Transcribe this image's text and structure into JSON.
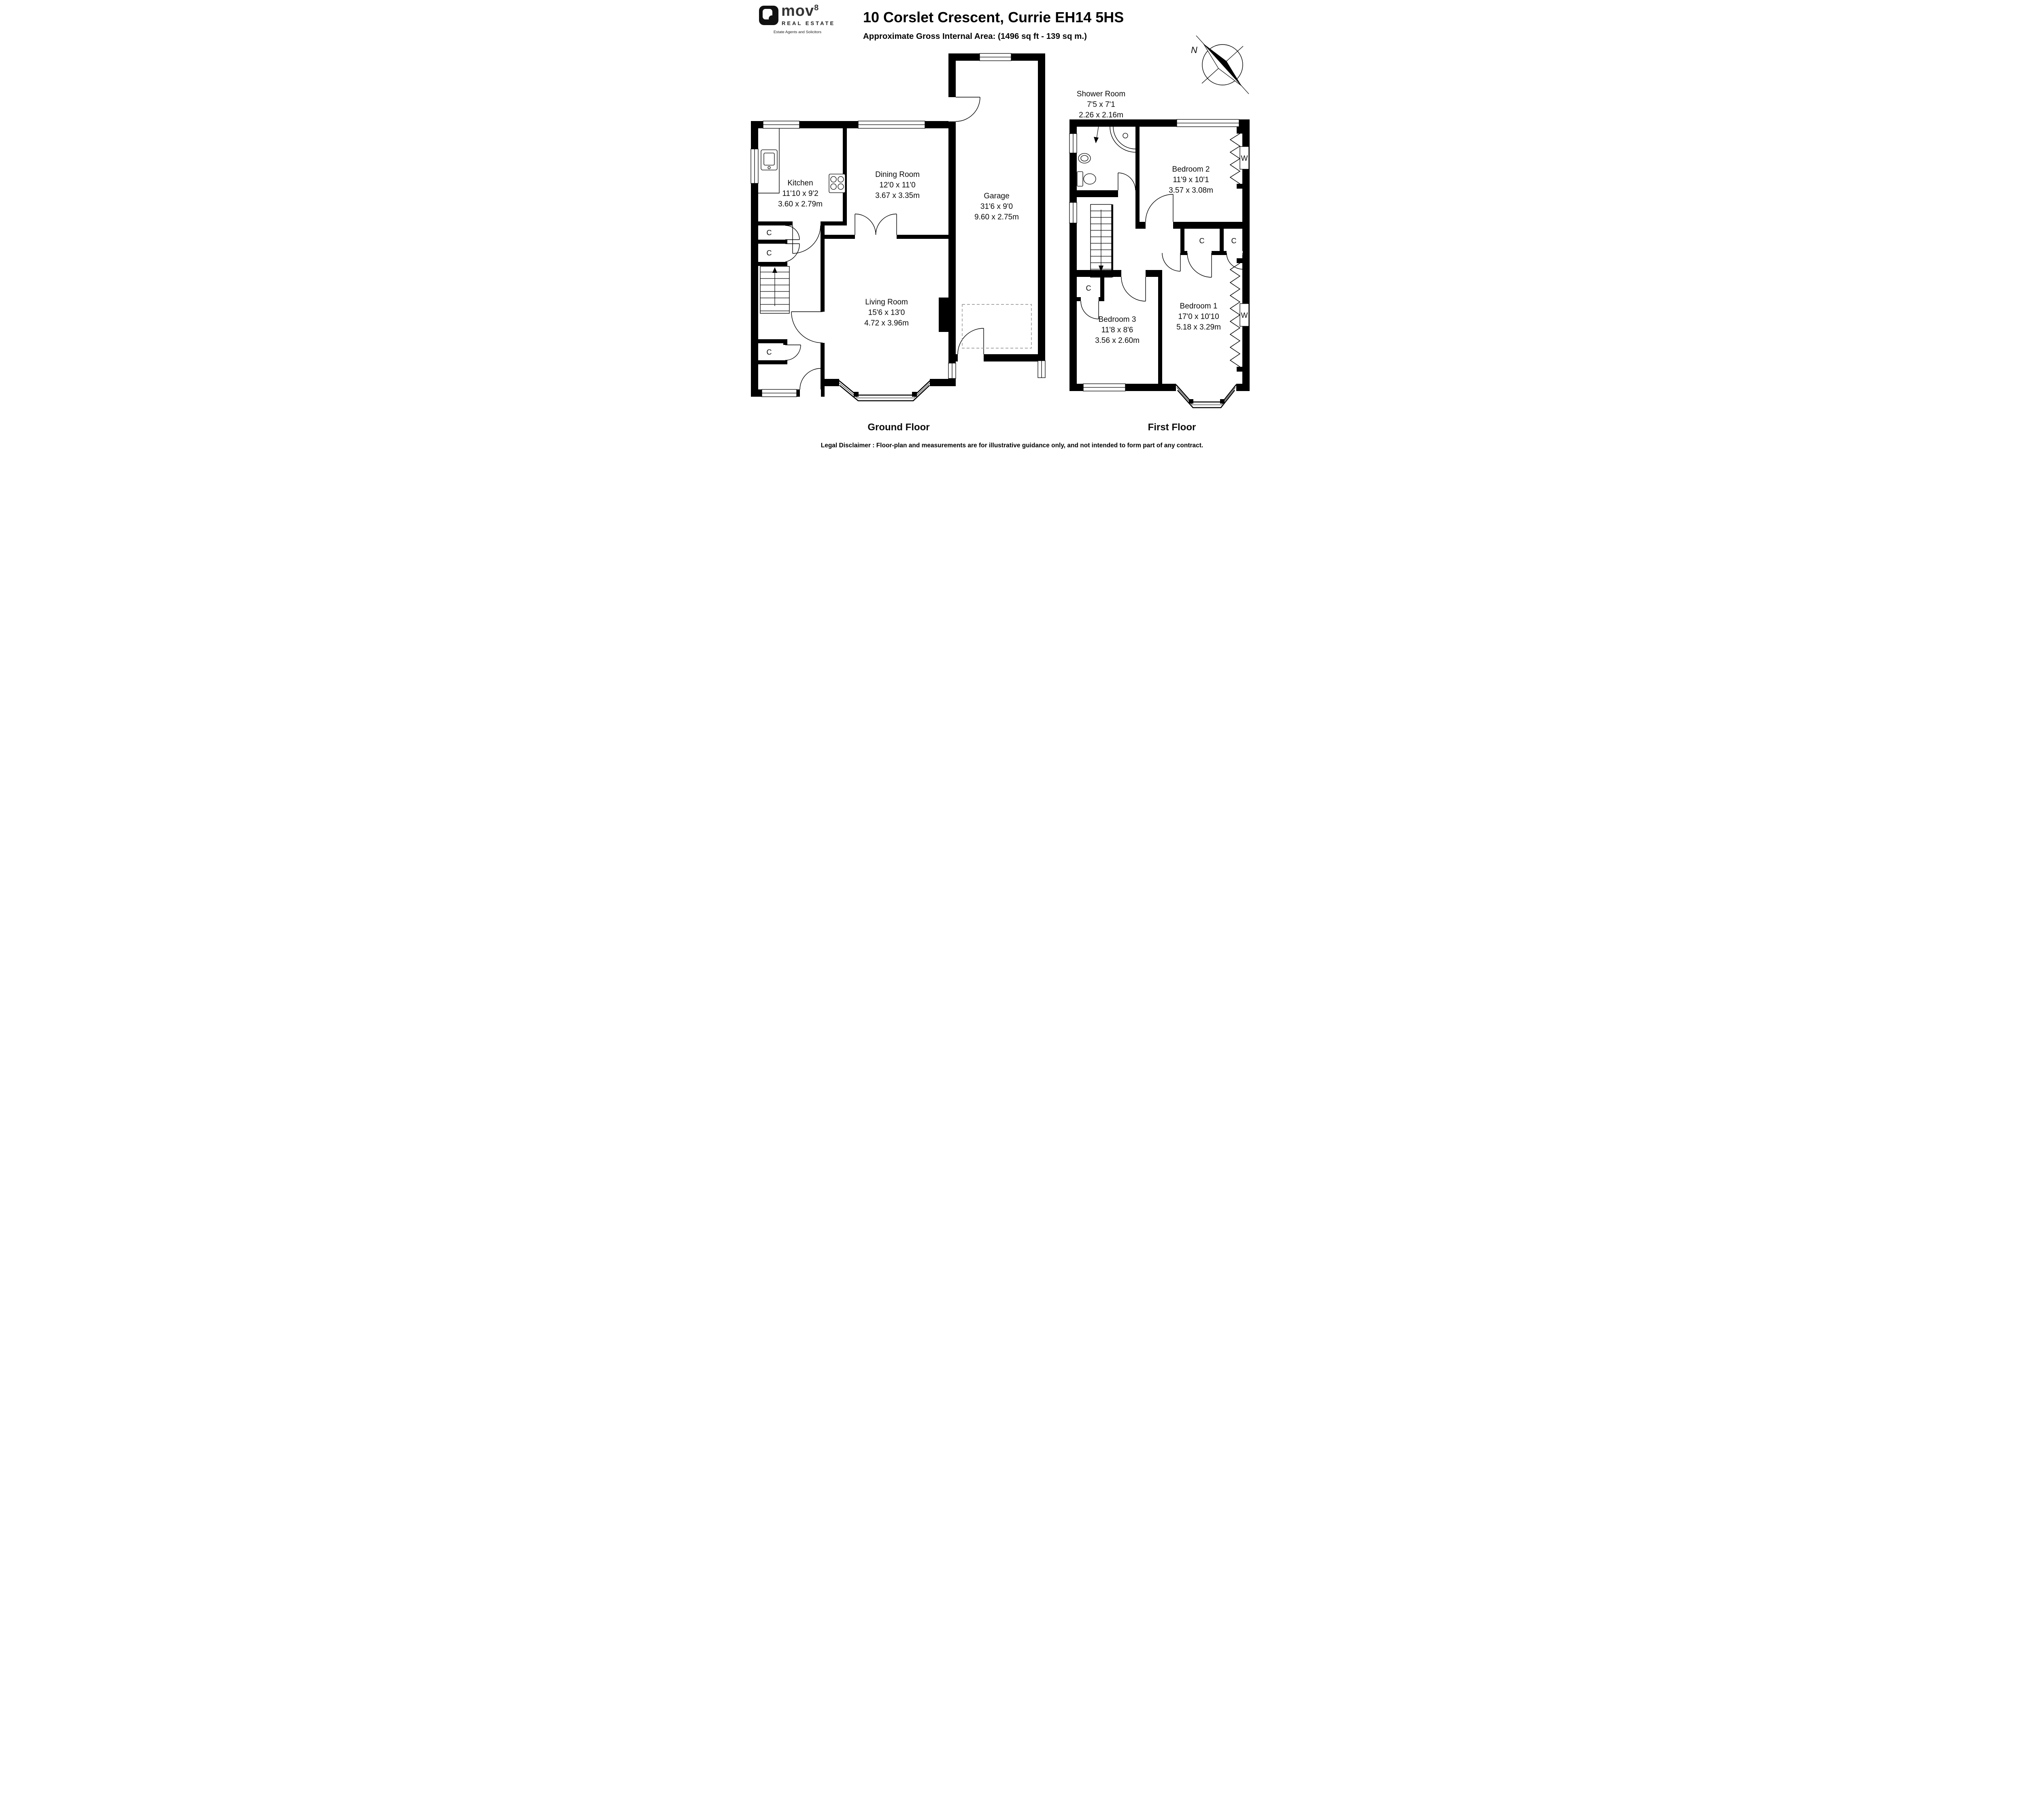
{
  "logo": {
    "brand": "mov",
    "sup": "8",
    "line1": "REAL ESTATE",
    "line2": "Estate Agents and Solicitors"
  },
  "header": {
    "title": "10 Corslet Crescent, Currie EH14 5HS",
    "subtitle": "Approximate Gross Internal Area: (1496 sq ft - 139 sq m.)"
  },
  "compass": {
    "north": "N"
  },
  "ground_floor": {
    "caption": "Ground Floor",
    "kitchen": {
      "name": "Kitchen",
      "imperial": "11'10 x 9'2",
      "metric": "3.60 x 2.79m"
    },
    "dining_room": {
      "name": "Dining Room",
      "imperial": "12'0 x 11'0",
      "metric": "3.67 x 3.35m"
    },
    "garage": {
      "name": "Garage",
      "imperial": "31'6 x 9'0",
      "metric": "9.60 x 2.75m"
    },
    "living_room": {
      "name": "Living Room",
      "imperial": "15'6 x 13'0",
      "metric": "4.72 x 3.96m"
    },
    "closet1": "C",
    "closet2": "C",
    "closet3": "C"
  },
  "first_floor": {
    "caption": "First Floor",
    "shower_room": {
      "name": "Shower Room",
      "imperial": "7'5 x 7'1",
      "metric": "2.26 x 2.16m"
    },
    "bedroom2": {
      "name": "Bedroom 2",
      "imperial": "11'9 x 10'1",
      "metric": "3.57 x 3.08m"
    },
    "bedroom1": {
      "name": "Bedroom 1",
      "imperial": "17'0 x 10'10",
      "metric": "5.18 x 3.29m"
    },
    "bedroom3": {
      "name": "Bedroom 3",
      "imperial": "11'8 x 8'6",
      "metric": "3.56 x 2.60m"
    },
    "closet_left": "C",
    "closet_right": "C",
    "closet_b3": "C",
    "wardrobe2": "W",
    "wardrobe1": "W"
  },
  "footer": {
    "disclaimer": "Legal Disclaimer : Floor-plan and measurements are for illustrative guidance only, and not intended to form part of any contract."
  }
}
